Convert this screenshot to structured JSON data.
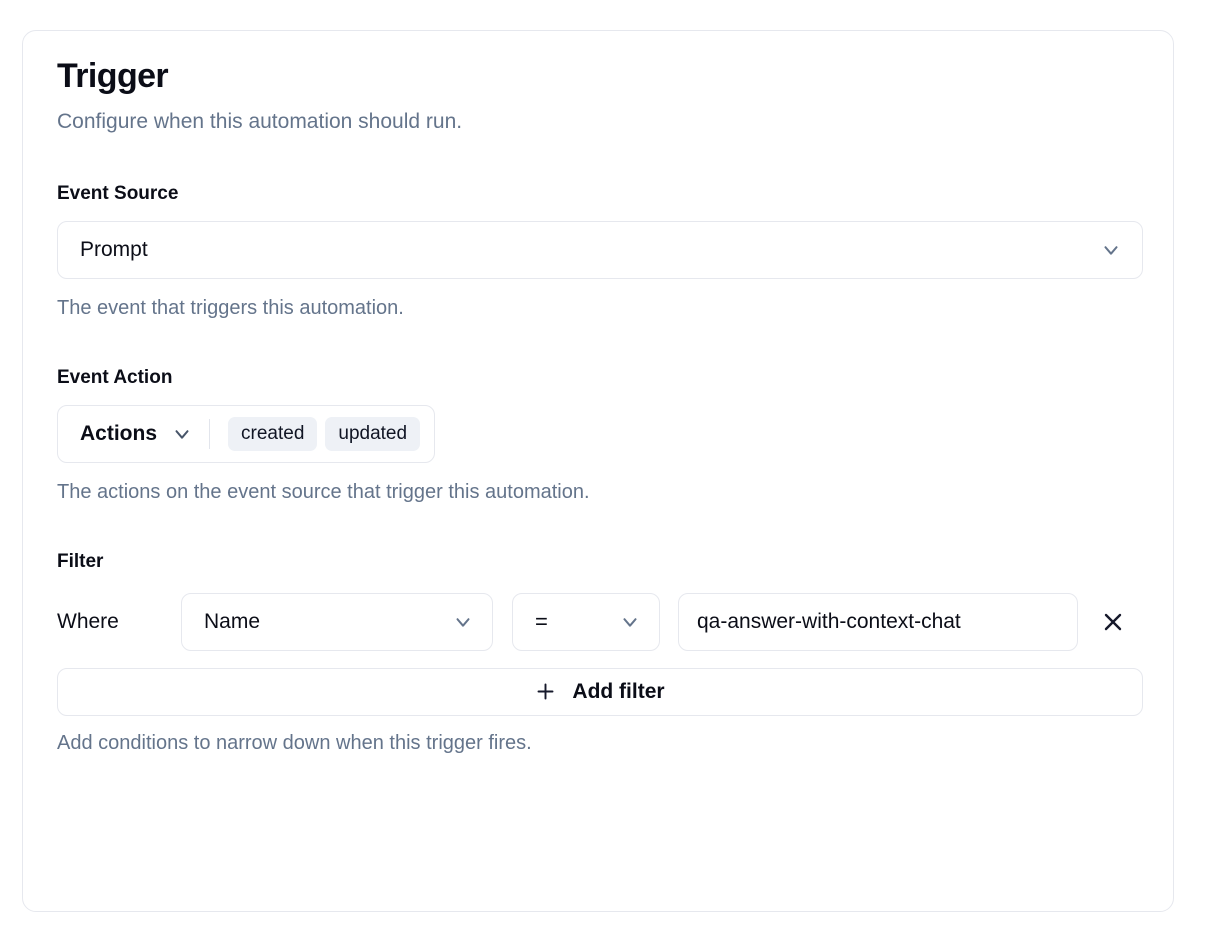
{
  "card": {
    "title": "Trigger",
    "subtitle": "Configure when this automation should run."
  },
  "event_source": {
    "label": "Event Source",
    "selected": "Prompt",
    "helper": "The event that triggers this automation.",
    "chevron_icon": "chevron-down-icon"
  },
  "event_action": {
    "label": "Event Action",
    "trigger_label": "Actions",
    "chips": [
      "created",
      "updated"
    ],
    "helper": "The actions on the event source that trigger this automation.",
    "chevron_icon": "chevron-down-icon"
  },
  "filter": {
    "label": "Filter",
    "where_label": "Where",
    "rows": [
      {
        "field": "Name",
        "operator": "=",
        "value": "qa-answer-with-context-chat",
        "remove_icon": "close-icon"
      }
    ],
    "add_filter_label": "Add filter",
    "add_filter_icon": "plus-icon",
    "helper": "Add conditions to narrow down when this trigger fires."
  },
  "colors": {
    "text_primary": "#0b0d17",
    "text_muted": "#64748b",
    "border": "#e6e8ee",
    "chip_bg": "#eef1f6",
    "surface": "#ffffff"
  }
}
